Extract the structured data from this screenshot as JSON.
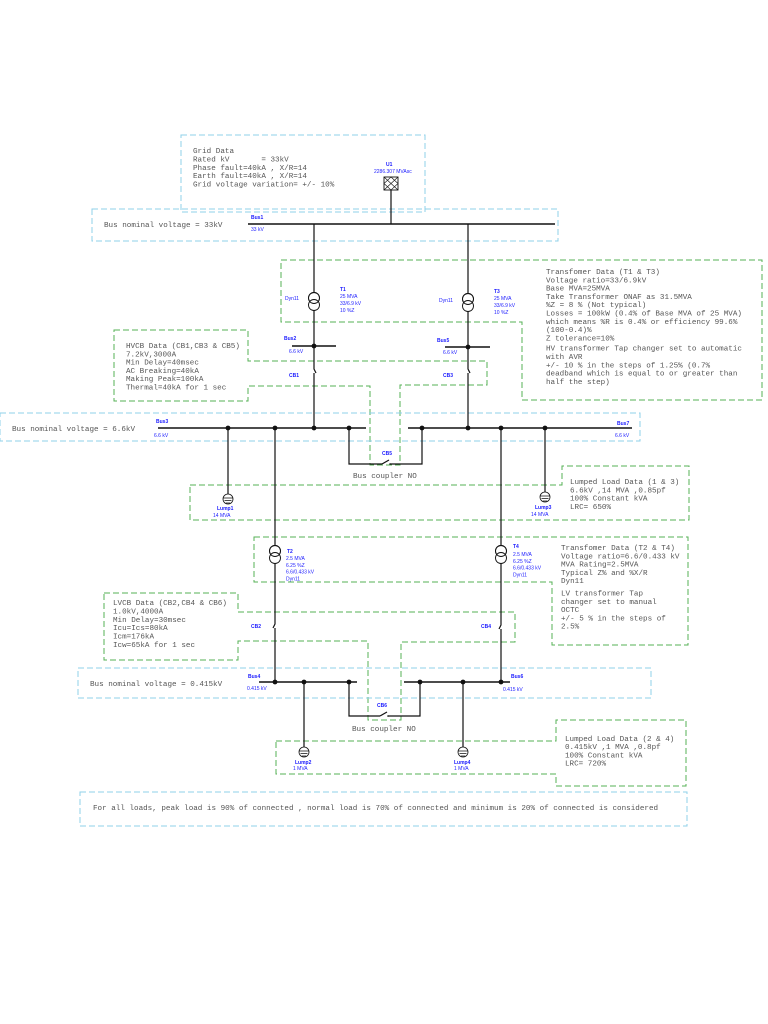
{
  "grid_data": {
    "lines": [
      "Grid Data",
      "Rated kV       = 33kV",
      "Phase fault=40kA , X/R=14",
      "Earth fault=40kA , X/R=14",
      "Grid voltage variation= +/- 10%"
    ]
  },
  "utility": {
    "id": "U1",
    "rating": "2286.307 MVAsc"
  },
  "buses": {
    "bus1": {
      "id": "Bus1",
      "kv": "33 kV",
      "note": "Bus nominal voltage = 33kV"
    },
    "bus2": {
      "id": "Bus2",
      "kv": "6.6 kV"
    },
    "bus5": {
      "id": "Bus5",
      "kv": "6.6 kV"
    },
    "bus3": {
      "id": "Bus3",
      "kv": "6.6 kV",
      "note": "Bus nominal voltage = 6.6kV"
    },
    "bus7": {
      "id": "Bus7",
      "kv": "6.6 kV"
    },
    "bus4": {
      "id": "Bus4",
      "kv": "0.415 kV",
      "note": "Bus nominal voltage = 0.415kV"
    },
    "bus6": {
      "id": "Bus6",
      "kv": "0.415 kV"
    }
  },
  "transformers": {
    "t1": {
      "id": "T1",
      "lines": [
        "25 MVA",
        "33/6.9 kV",
        "10 %Z"
      ],
      "vector": "Dyn11"
    },
    "t3": {
      "id": "T3",
      "lines": [
        "25 MVA",
        "33/6.9 kV",
        "10 %Z"
      ],
      "vector": "Dyn11"
    },
    "t2": {
      "id": "T2",
      "lines": [
        "2.5 MVA",
        "6.25 %Z",
        "6.6/0.433 kV",
        "Dyn11"
      ]
    },
    "t4": {
      "id": "T4",
      "lines": [
        "2.5 MVA",
        "6.25 %Z",
        "6.6/0.433 kV",
        "Dyn11"
      ]
    }
  },
  "breakers": {
    "cb1": "CB1",
    "cb3": "CB3",
    "cb5": "CB5",
    "cb2": "CB2",
    "cb4": "CB4",
    "cb6": "CB6",
    "coupler_label": "Bus coupler NO"
  },
  "loads": {
    "lump1": {
      "id": "Lump1",
      "rating": "14 MVA"
    },
    "lump3": {
      "id": "Lump3",
      "rating": "14 MVA"
    },
    "lump2": {
      "id": "Lump2",
      "rating": "1 MVA"
    },
    "lump4": {
      "id": "Lump4",
      "rating": "1 MVA"
    }
  },
  "notes": {
    "hv_transformer": [
      "Transfomer Data (T1 & T3)",
      "Voltage ratio=33/6.9kV",
      "Base MVA=25MVA",
      "Take Transformer ONAF as 31.5MVA",
      "%Z = 8 % (Not typical)",
      "Losses = 100kW (0.4% of Base MVA of 25 MVA)",
      "which means %R is 0.4% or efficiency 99.6%",
      "(100-0.4)%",
      "Z tolerance=10%",
      "HV transformer Tap changer set to automatic",
      "with AVR",
      "+/- 10 % in the steps of 1.25% (0.7%",
      "deadband which is equal to or greater than",
      "half the step)"
    ],
    "hvcb": [
      "HVCB Data (CB1,CB3 & CB5)",
      "7.2kV,3000A",
      "Min Delay=40msec",
      "AC Breaking=40kA",
      "Making Peak=100kA",
      "Thermal=40kA for 1 sec"
    ],
    "lumped_hv": [
      "Lumped Load Data (1 & 3)",
      "6.6kV ,14 MVA ,0.85pf",
      "100% Constant kVA",
      "LRC= 650%"
    ],
    "lv_transformer": [
      "Transfomer Data (T2 & T4)",
      "Voltage ratio=6.6/0.433 kV",
      "MVA Rating=2.5MVA",
      "Typical Z% and %X/R",
      "Dyn11",
      "LV transformer Tap",
      "changer set to manual",
      "OCTC",
      "+/- 5 % in the steps of",
      "2.5%"
    ],
    "lvcb": [
      "LVCB Data (CB2,CB4 & CB6)",
      "1.0kV,4000A",
      "Min Delay=30msec",
      "Icu=Ics=80kA",
      "Icm=176kA",
      "Icw=65kA for 1 sec"
    ],
    "lumped_lv": [
      "Lumped Load Data (2 & 4)",
      "0.415kV ,1 MVA ,0.8pf",
      "100% Constant kVA",
      "LRC= 720%"
    ],
    "footer": "For all loads, peak load is 90% of connected , normal load is 70% of connected and minimum is 20% of connected is considered"
  }
}
